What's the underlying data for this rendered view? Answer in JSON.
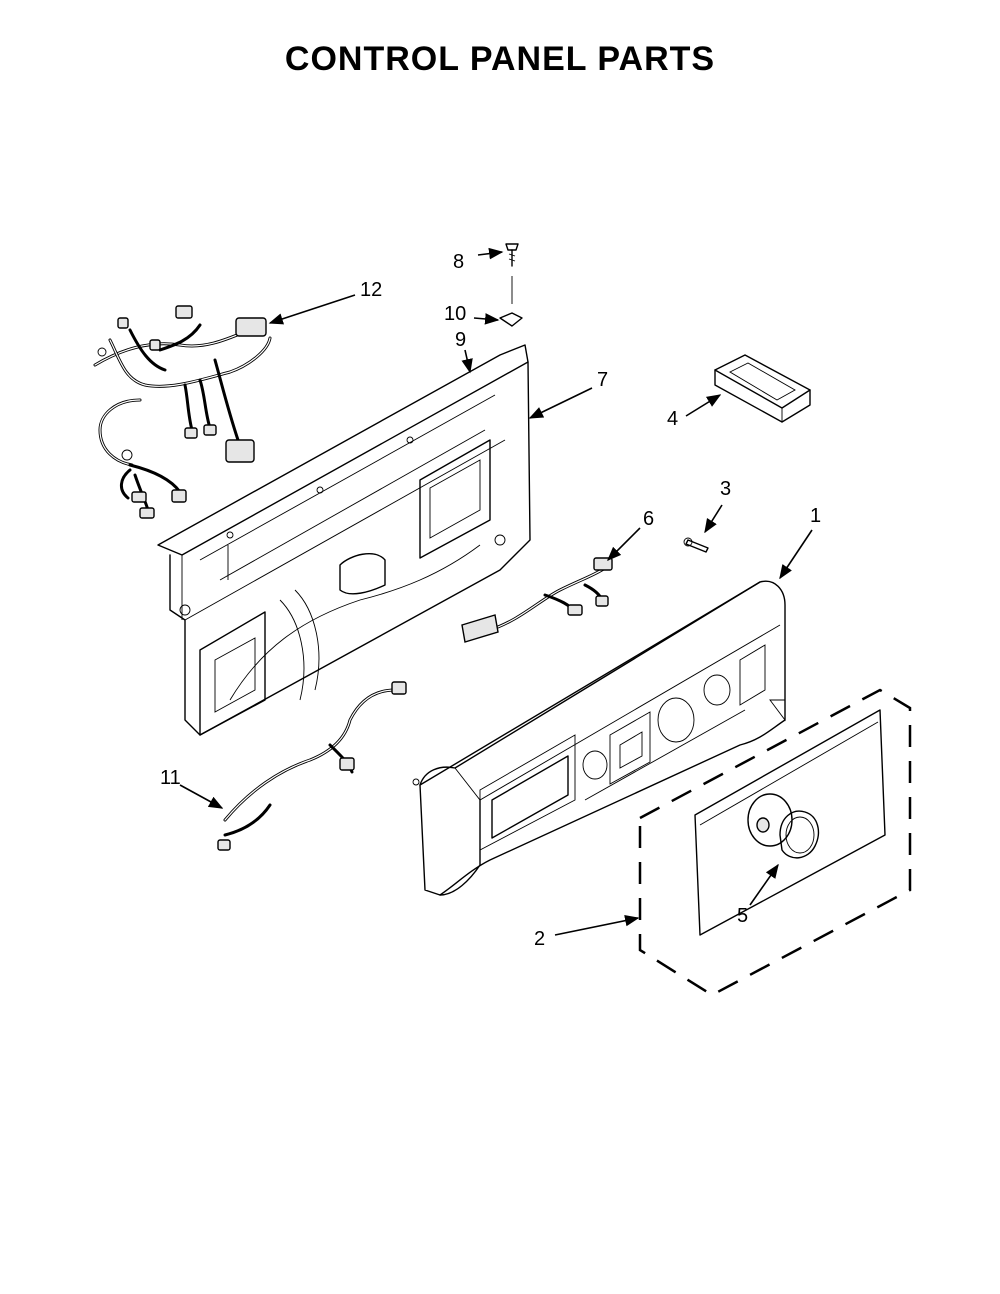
{
  "title": "CONTROL PANEL PARTS",
  "callouts": [
    {
      "id": "1",
      "label": "1"
    },
    {
      "id": "2",
      "label": "2"
    },
    {
      "id": "3",
      "label": "3"
    },
    {
      "id": "4",
      "label": "4"
    },
    {
      "id": "5",
      "label": "5"
    },
    {
      "id": "6",
      "label": "6"
    },
    {
      "id": "7",
      "label": "7"
    },
    {
      "id": "8",
      "label": "8"
    },
    {
      "id": "9",
      "label": "9"
    },
    {
      "id": "10",
      "label": "10"
    },
    {
      "id": "11",
      "label": "11"
    },
    {
      "id": "12",
      "label": "12"
    }
  ]
}
